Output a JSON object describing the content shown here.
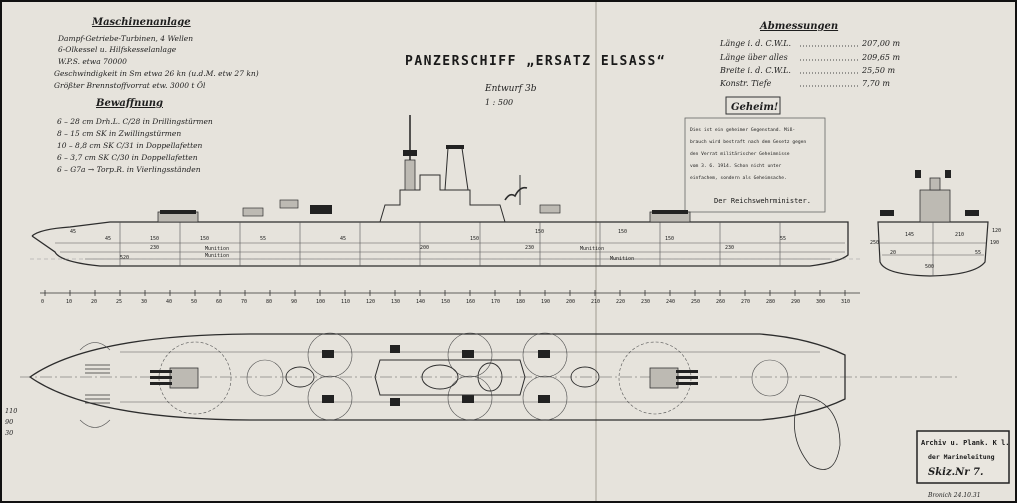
{
  "title": "PANZERSCHIFF „ERSATZ ELSASS“",
  "entwurf": "Entwurf 3b",
  "scale": "1 : 500",
  "machinery": {
    "heading": "Maschinenanlage",
    "lines": [
      "Dampf-Getriebe-Turbinen, 4 Wellen",
      "6-Olkessel u. Hilfskesselanlage",
      "W.P.S.            etwa  70000",
      "Geschwindigkeit in Sm  etwa 26 kn (u.d.M. etw 27 kn)",
      "Größter Brennstoffvorrat  etw. 3000 t Öl"
    ]
  },
  "armament": {
    "heading": "Bewaffnung",
    "lines": [
      "6 – 28 cm Drh.L. C/28 in Drillingstürmen",
      "8 – 15 cm  SK  in Zwillingstürmen",
      "10 – 8,8 cm SK C/31 in Doppellafetten",
      "6 – 3,7 cm SK C/30 in Doppellafetten",
      "6 – G7a → Torp.R. in Vierlingsständen"
    ]
  },
  "dimensions": {
    "heading": "Abmessungen",
    "rows": [
      {
        "label": "Länge i. d. C.W.L.",
        "value": "207,00 m"
      },
      {
        "label": "Länge über alles",
        "value": "209,65 m"
      },
      {
        "label": "Breite i. d. C.W.L.",
        "value": "25,50 m"
      },
      {
        "label": "Konstr. Tiefe",
        "value": "7,70 m"
      }
    ]
  },
  "secret": {
    "label": "Geheim!",
    "notice_lines": [
      "Dies ist ein geheimer Gegenstand. Miß-",
      "brauch wird bestraft nach dem Gesetz gegen",
      "den Verrat militärischer Geheimnisse",
      "vom 3. 6. 1914. Schon nicht unter",
      "einfachem, sondern als Geheimsache.",
      "Der Reichswehrminister."
    ]
  },
  "archive_stamp": {
    "lines": [
      "Archiv u. Plank. K l.",
      "der Marineleitung",
      "Skiz.Nr  7."
    ]
  },
  "sheet_marks": {
    "left_margin": [
      "110",
      "90",
      "30"
    ],
    "signature": "Bronich 24.10.31"
  },
  "frame_numbers": [
    "0",
    "10",
    "20",
    "25",
    "30",
    "40",
    "50",
    "60",
    "70",
    "80",
    "90",
    "100",
    "110",
    "120",
    "130",
    "140",
    "150",
    "160",
    "170",
    "180",
    "190",
    "200",
    "210",
    "220",
    "230",
    "240",
    "250",
    "260",
    "270",
    "280",
    "290",
    "300",
    "310"
  ],
  "profile_labels": [
    "Munition",
    "Munition",
    "Munition",
    "Munition"
  ],
  "profile_dims": [
    "150",
    "150",
    "150",
    "150",
    "45",
    "45",
    "55",
    "45",
    "230",
    "230",
    "230",
    "520",
    "55",
    "150",
    "150",
    "200"
  ],
  "section_dims": [
    "250",
    "190",
    "145",
    "210",
    "120",
    "20",
    "500",
    "55"
  ]
}
